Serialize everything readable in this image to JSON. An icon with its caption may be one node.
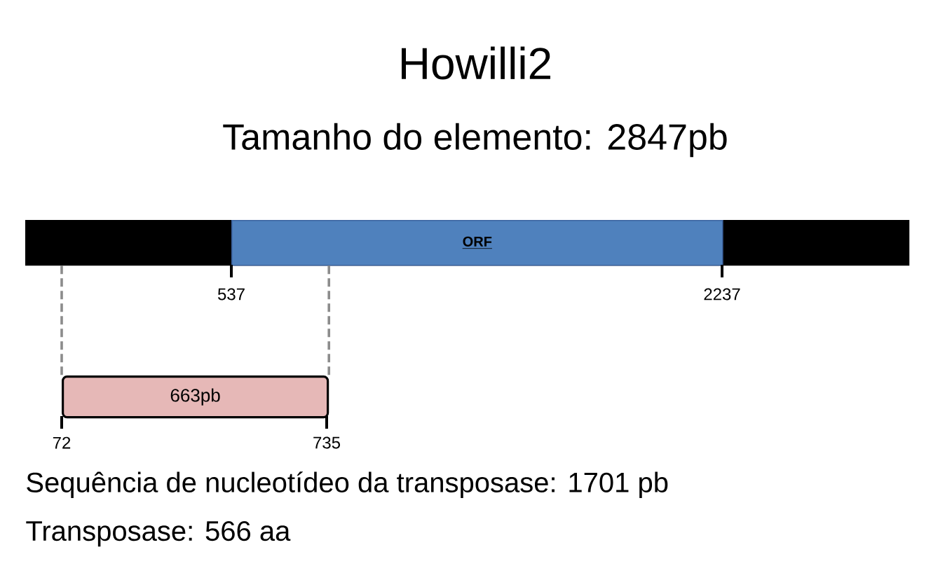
{
  "diagram": {
    "title": "Howilli2",
    "nodes": [
      {
        "text": [],
        "shape": "bar"
      },
      {
        "text": [
          "ORF"
        ],
        "in": 0
      },
      {
        "text": [
          "663pb"
        ]
      }
    ],
    "edges": [
      {
        "from": 0,
        "to": 2,
        "arrow": "none",
        "style": "dashed"
      },
      {
        "from": 0,
        "to": 2,
        "arrow": "none",
        "style": "dashed"
      }
    ],
    "labels": [
      "Tamanho do elemento: 2847pb",
      "537",
      "2237",
      "72",
      "735",
      "Sequência de nucleotídeo da transposase: 1701 pb",
      "Transposase: 566 aa"
    ]
  }
}
